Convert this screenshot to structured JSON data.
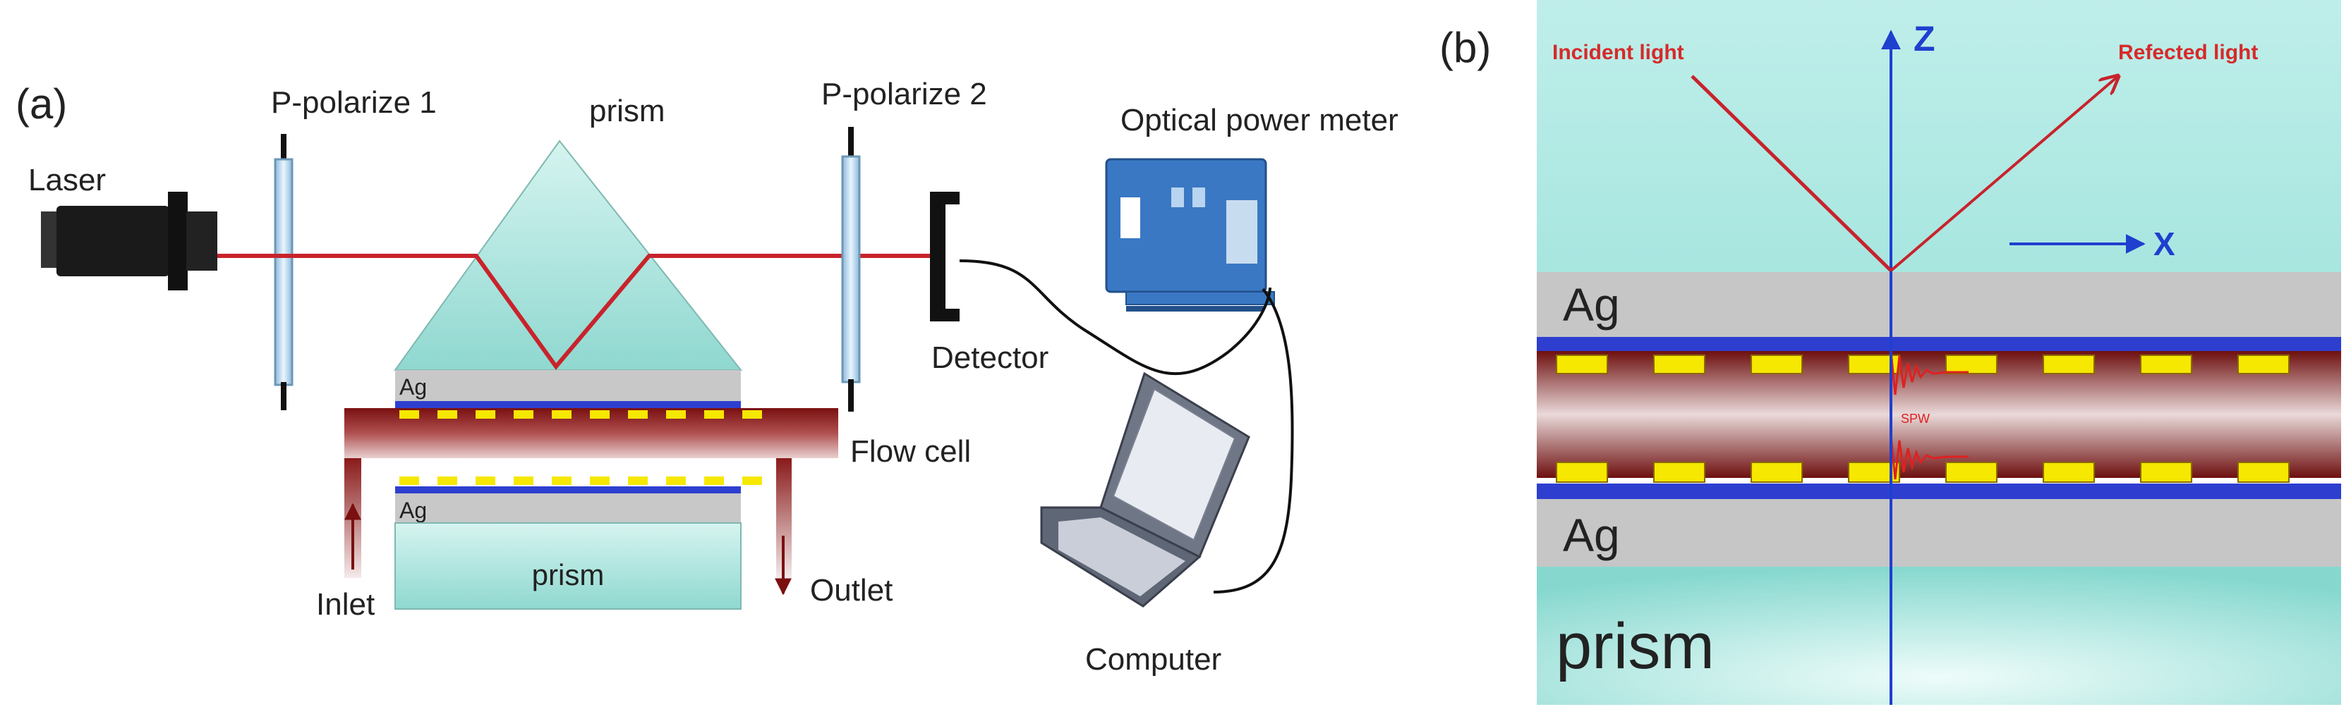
{
  "panel_a": {
    "label": "(a)",
    "laser": "Laser",
    "polarizer_1": "P-polarize 1",
    "prism_top": "prism",
    "polarizer_2": "P-polarize 2",
    "power_meter": "Optical power meter",
    "detector": "Detector",
    "ag_top": "Ag",
    "ag_bottom": "Ag",
    "flow_cell": "Flow cell",
    "prism_bottom": "prism",
    "inlet": "Inlet",
    "outlet": "Outlet",
    "computer": "Computer"
  },
  "panel_b": {
    "label": "(b)",
    "z_axis": "Z",
    "x_axis": "X",
    "incident": "Incident light",
    "reflected": "Refected light",
    "ag_top": "Ag",
    "ag_bottom": "Ag",
    "prism": "prism",
    "spw": "SPW"
  },
  "colors": {
    "beam": "#c8232c",
    "prism_cyan": "#a8e4de",
    "silver": "#c8c8c8",
    "gold_stripe": "#f6e800",
    "blue_film": "#2e3fd0",
    "flow_red": "#8c1a1a",
    "axis_blue": "#1f3fcf"
  }
}
